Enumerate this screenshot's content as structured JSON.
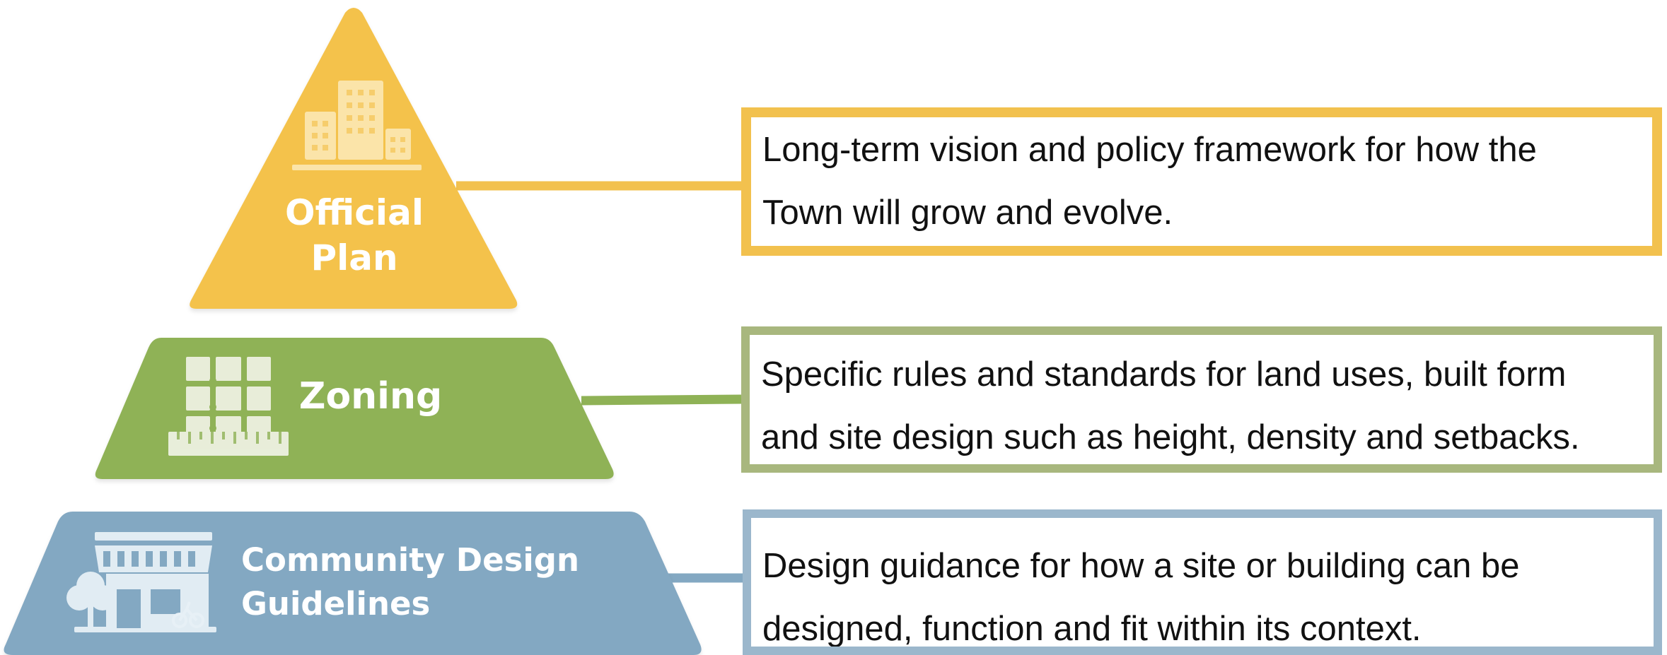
{
  "colors": {
    "official_plan": "#f4c24c",
    "official_plan_border": "#f2c14e",
    "zoning": "#8fb256",
    "zoning_border": "#a8b77e",
    "community_design": "#83a8c2",
    "community_design_border": "#9bb7cc",
    "text": "#111111",
    "background": "#ffffff"
  },
  "tiers": [
    {
      "title_lines": [
        "Official",
        "Plan"
      ],
      "icon": "city-buildings-icon",
      "description_lines": [
        "Long-term vision and policy framework for how the",
        "Town will grow and evolve."
      ]
    },
    {
      "title_lines": [
        "Zoning"
      ],
      "icon": "zoning-plan-ruler-icon",
      "description_lines": [
        "Specific rules and standards for land uses, built form",
        "and site design such as height, density and setbacks."
      ]
    },
    {
      "title_lines": [
        "Community Design",
        "Guidelines"
      ],
      "icon": "storefront-icon",
      "description_lines": [
        "Design guidance for how a site or building can be",
        "designed, function and fit within its context."
      ]
    }
  ]
}
